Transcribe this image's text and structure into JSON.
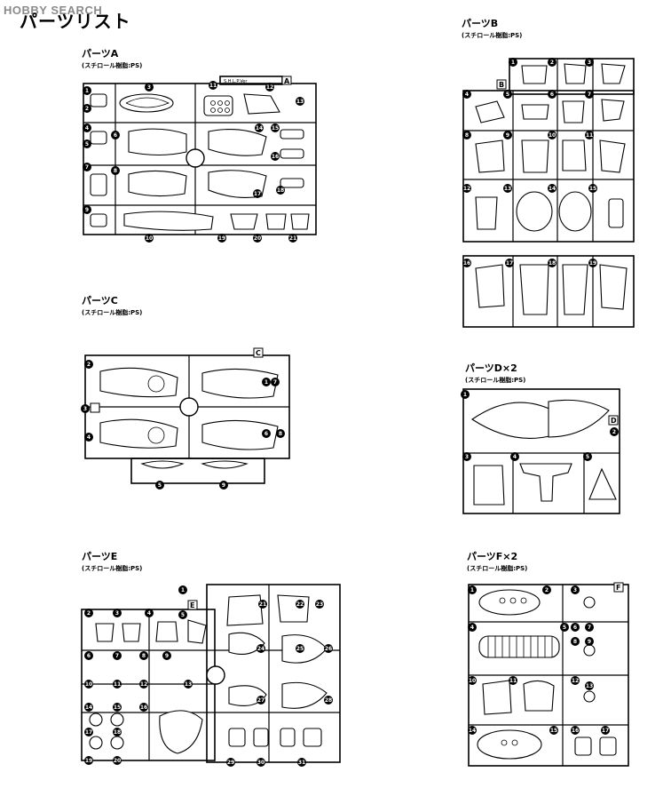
{
  "watermark": "HOBBY SEARCH",
  "title": "パーツリスト",
  "sections": {
    "a": {
      "name": "パーツA",
      "material": "(スチロール樹脂:PS)",
      "letter": "A",
      "stamp": "S.H.L.P.Ver",
      "badges": [
        "1",
        "2",
        "3",
        "4",
        "5",
        "6",
        "7",
        "8",
        "9",
        "10",
        "11",
        "12",
        "13",
        "14",
        "15",
        "16",
        "17",
        "18",
        "19",
        "20",
        "21"
      ]
    },
    "b": {
      "name": "パーツB",
      "material": "(スチロール樹脂:PS)",
      "letter": "B",
      "badges": [
        "1",
        "2",
        "3",
        "4",
        "5",
        "6",
        "7",
        "8",
        "9",
        "10",
        "11",
        "12",
        "13",
        "14",
        "15",
        "16",
        "17",
        "18",
        "19"
      ]
    },
    "c": {
      "name": "パーツC",
      "material": "(スチロール樹脂:PS)",
      "letter": "C",
      "badges": [
        "1",
        "2",
        "3",
        "4",
        "5",
        "6",
        "7",
        "8",
        "9"
      ]
    },
    "d": {
      "name": "パーツD×2",
      "material": "(スチロール樹脂:PS)",
      "letter": "D",
      "badges": [
        "1",
        "2",
        "3",
        "4",
        "5"
      ]
    },
    "e": {
      "name": "パーツE",
      "material": "(スチロール樹脂:PS)",
      "letter": "E",
      "badges": [
        "1",
        "2",
        "3",
        "4",
        "5",
        "6",
        "7",
        "8",
        "9",
        "10",
        "11",
        "12",
        "13",
        "14",
        "15",
        "16",
        "17",
        "18",
        "19",
        "20",
        "21",
        "22",
        "23",
        "24",
        "25",
        "26",
        "27",
        "28",
        "29",
        "30",
        "31"
      ]
    },
    "f": {
      "name": "パーツF×2",
      "material": "(スチロール樹脂:PS)",
      "letter": "F",
      "badges": [
        "1",
        "2",
        "3",
        "4",
        "5",
        "6",
        "7",
        "8",
        "9",
        "10",
        "11",
        "12",
        "13",
        "14",
        "15",
        "16",
        "17"
      ]
    }
  }
}
